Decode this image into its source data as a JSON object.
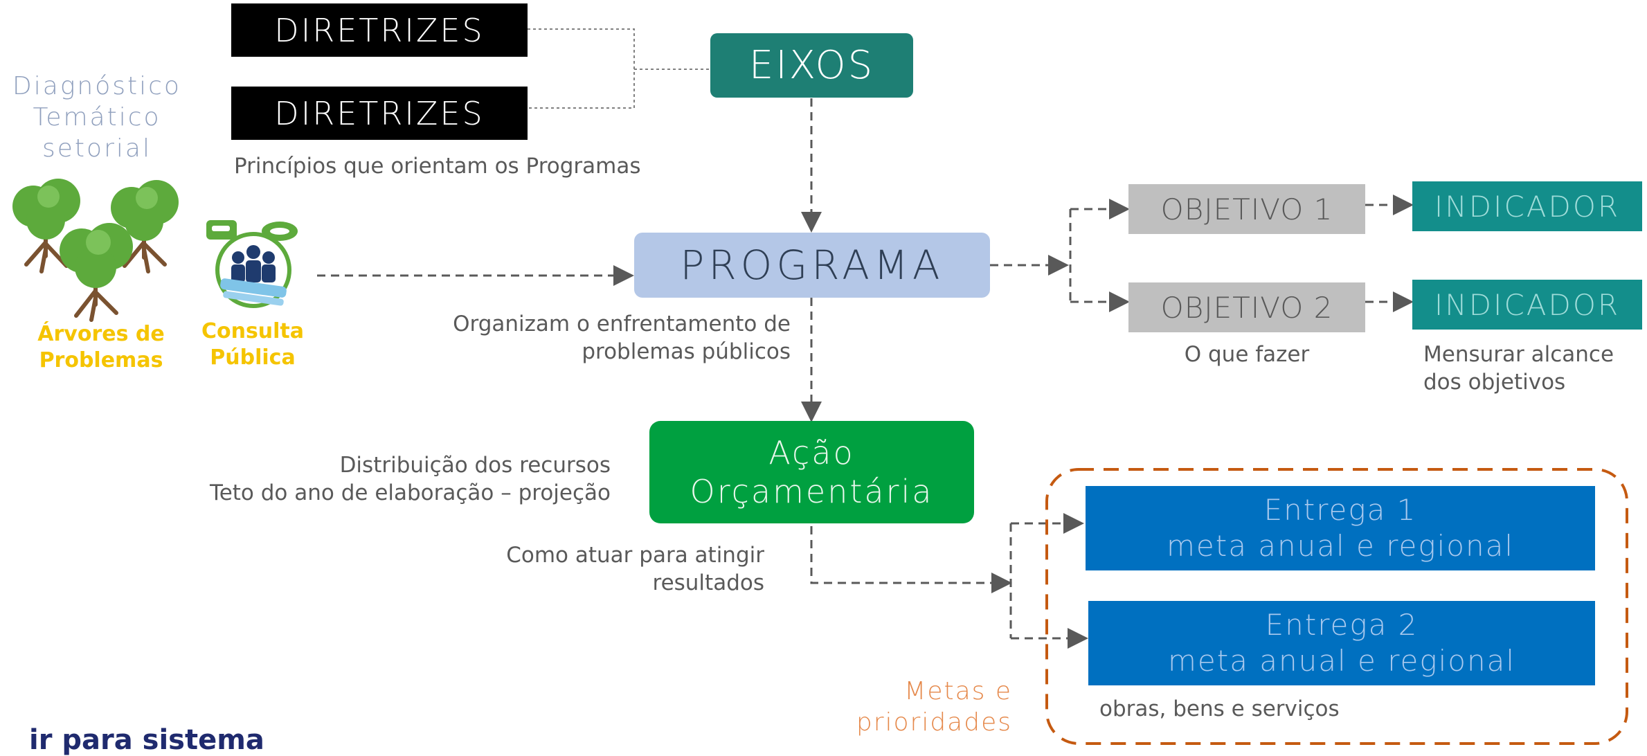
{
  "diretrizes": [
    "DIRETRIZES",
    "DIRETRIZES"
  ],
  "diretrizes_caption": "Princípios que orientam os Programas",
  "diagnostico": [
    "Diagnóstico",
    "Temático",
    "setorial"
  ],
  "arvores_label": [
    "Árvores de",
    "Problemas"
  ],
  "consulta_label": [
    "Consulta",
    "Pública"
  ],
  "eixos": "EIXOS",
  "programa": "PROGRAMA",
  "programa_caption": [
    "Organizam o enfrentamento de",
    "problemas públicos"
  ],
  "acao": [
    "Ação",
    "Orçamentária"
  ],
  "acao_caption_left": [
    "Distribuição dos recursos",
    "Teto do ano de elaboração – projeção"
  ],
  "acao_caption_bottom": [
    "Como atuar para atingir",
    "resultados"
  ],
  "objetivos": [
    "OBJETIVO 1",
    "OBJETIVO 2"
  ],
  "objetivo_caption": "O que fazer",
  "indicadores": [
    "INDICADOR",
    "INDICADOR"
  ],
  "indicador_caption": [
    "Mensurar alcance",
    "dos objetivos"
  ],
  "entregas": [
    {
      "title": "Entrega 1",
      "subtitle": "meta anual e regional"
    },
    {
      "title": "Entrega 2",
      "subtitle": "meta anual e regional"
    }
  ],
  "entregas_caption": "obras, bens e serviços",
  "metas_label": [
    "Metas e",
    "prioridades"
  ],
  "link": "ir para sistema",
  "colors": {
    "eixos": "#1e7f74",
    "programa": "#b4c7e7",
    "acao": "#00a040",
    "objetivo": "#bfbfbf",
    "indicador": "#138e8b",
    "entrega": "#0070c0",
    "metas_border": "#c55a11",
    "connector": "#595959"
  },
  "icons": [
    "tree-icon",
    "people-chat-icon"
  ]
}
